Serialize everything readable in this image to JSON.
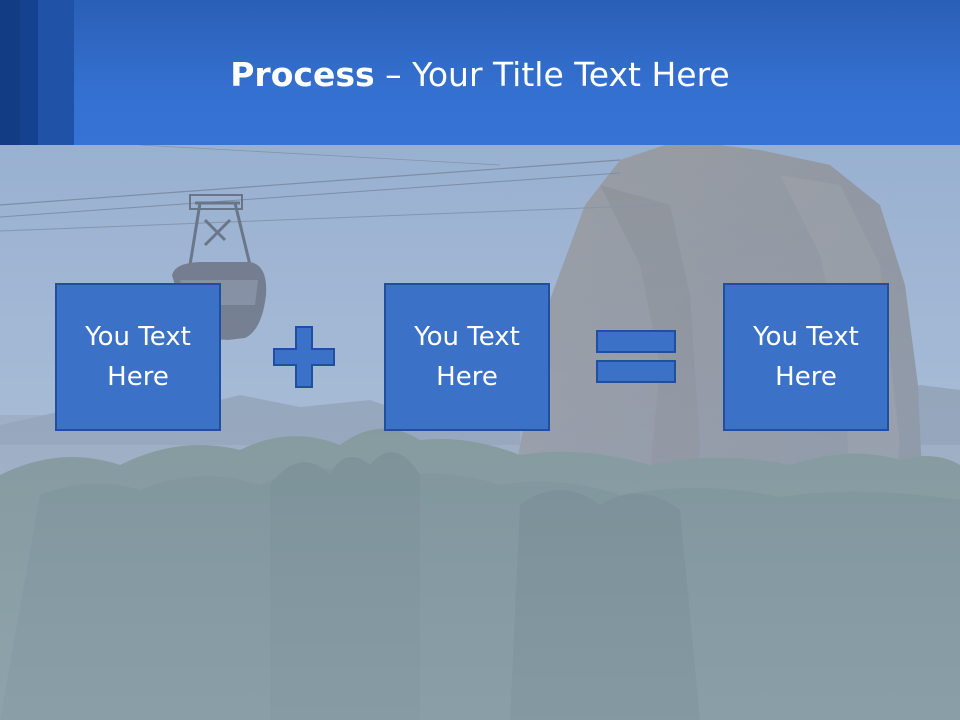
{
  "slide": {
    "title_bold": "Process",
    "title_rest": " – Your Title Text Here",
    "boxes": [
      {
        "text": "You Text Here"
      },
      {
        "text": "You Text Here"
      },
      {
        "text": "You Text Here"
      }
    ],
    "operators": {
      "first": "plus-icon",
      "second": "equals-icon"
    },
    "colors": {
      "header": "#3470d0",
      "box_fill": "#3b71c7",
      "box_border": "#1f4f9e",
      "text": "#ffffff"
    }
  }
}
